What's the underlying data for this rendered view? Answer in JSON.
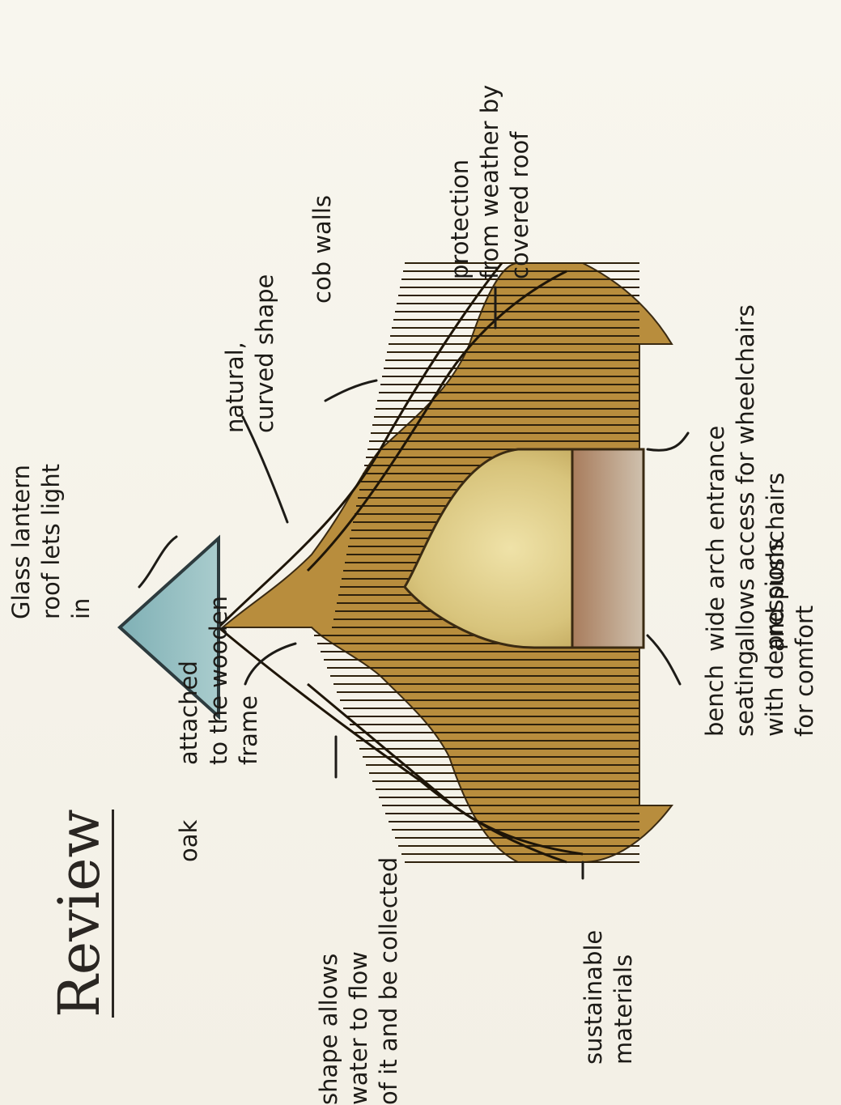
{
  "title": "Review",
  "annotations": {
    "glass_lantern": "Glass lantern\nroof lets light\nin",
    "natural_shape": "natural,\ncurved shape",
    "cob_walls": "cob walls",
    "protection": "protection\nfrom weather by\ncovered roof",
    "oak_frame_1": "oak",
    "oak_frame_2": "attached\nto the wooden\nframe",
    "water_flow": "shape allows\nwater to flow\nof it and be collected",
    "entrance": "wide arch entrance\nallows access for wheelchairs\nand pushchairs",
    "bench": "bench\nseating\nwith depressions\nfor comfort",
    "sustainable": "sustainable\nmaterials"
  },
  "colors": {
    "paper": "#f6f3ea",
    "ink": "#1d1b17",
    "wood": "#b08636",
    "glass": "#8fb8bd",
    "arch": "#d9c98a",
    "bench": "#b79a85"
  }
}
